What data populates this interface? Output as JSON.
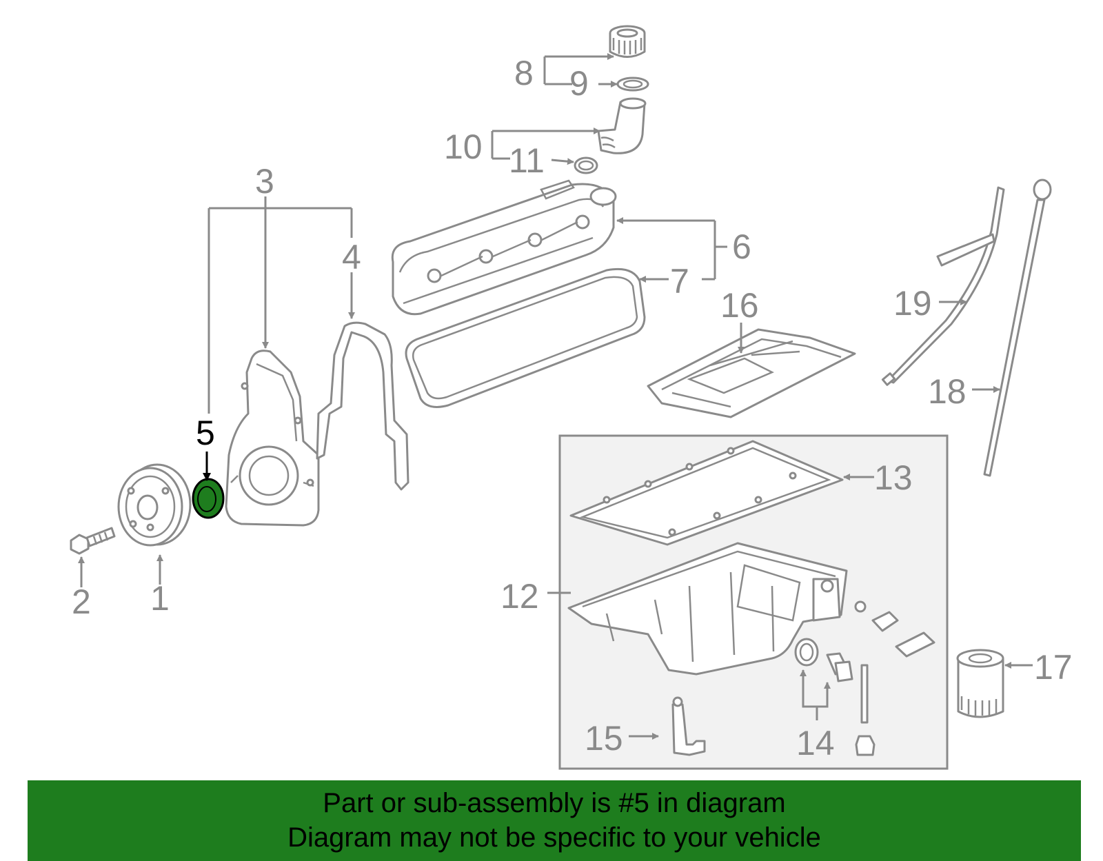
{
  "callouts": {
    "n1": "1",
    "n2": "2",
    "n3": "3",
    "n4": "4",
    "n5": "5",
    "n6": "6",
    "n7": "7",
    "n8": "8",
    "n9": "9",
    "n10": "10",
    "n11": "11",
    "n12": "12",
    "n13": "13",
    "n14": "14",
    "n15": "15",
    "n16": "16",
    "n17": "17",
    "n18": "18",
    "n19": "19"
  },
  "highlight": {
    "part": "5",
    "color": "#1e7d1e"
  },
  "banner": {
    "line1": "Part or sub-assembly is #5 in diagram",
    "line2": "Diagram may not be specific to your vehicle",
    "background": "#1e7d1e"
  },
  "colors": {
    "line_art": "#8a8a8a",
    "highlight": "#1e7d1e",
    "panel": "#f2f2f2"
  }
}
